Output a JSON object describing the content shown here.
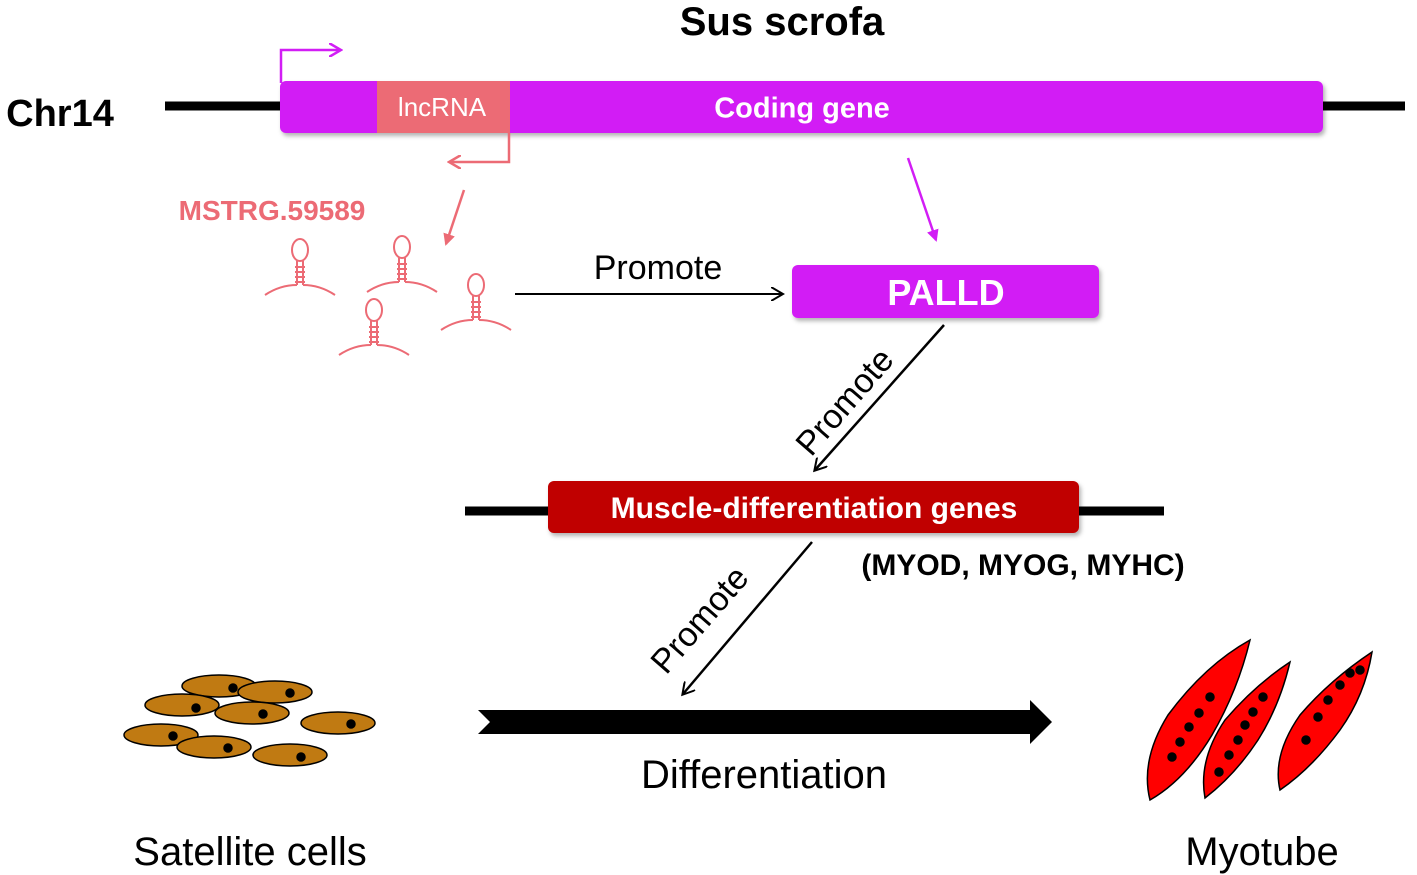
{
  "title": "Sus scrofa",
  "chromosome": {
    "label": "Chr14"
  },
  "genes": {
    "lncrna_box": "lncRNA",
    "coding_gene": "Coding gene",
    "lncrna_name": "MSTRG.59589",
    "palld": "PALLD",
    "muscle_genes": "Muscle-differentiation genes",
    "muscle_gene_list": "(MYOD, MYOG, MYHC)"
  },
  "arrows": {
    "lnc_to_palld": "Promote",
    "palld_to_muscle": "Promote",
    "muscle_to_diff": "Promote"
  },
  "process": {
    "differentiation": "Differentiation",
    "satellite_cells": "Satellite cells",
    "myotube": "Myotube"
  },
  "colors": {
    "magenta": "#d21df5",
    "lncrna": "#ec6b75",
    "muscle_red": "#c00000",
    "cell_brown": "#c07a12",
    "myotube_red": "#ff0000",
    "black": "#000000"
  }
}
